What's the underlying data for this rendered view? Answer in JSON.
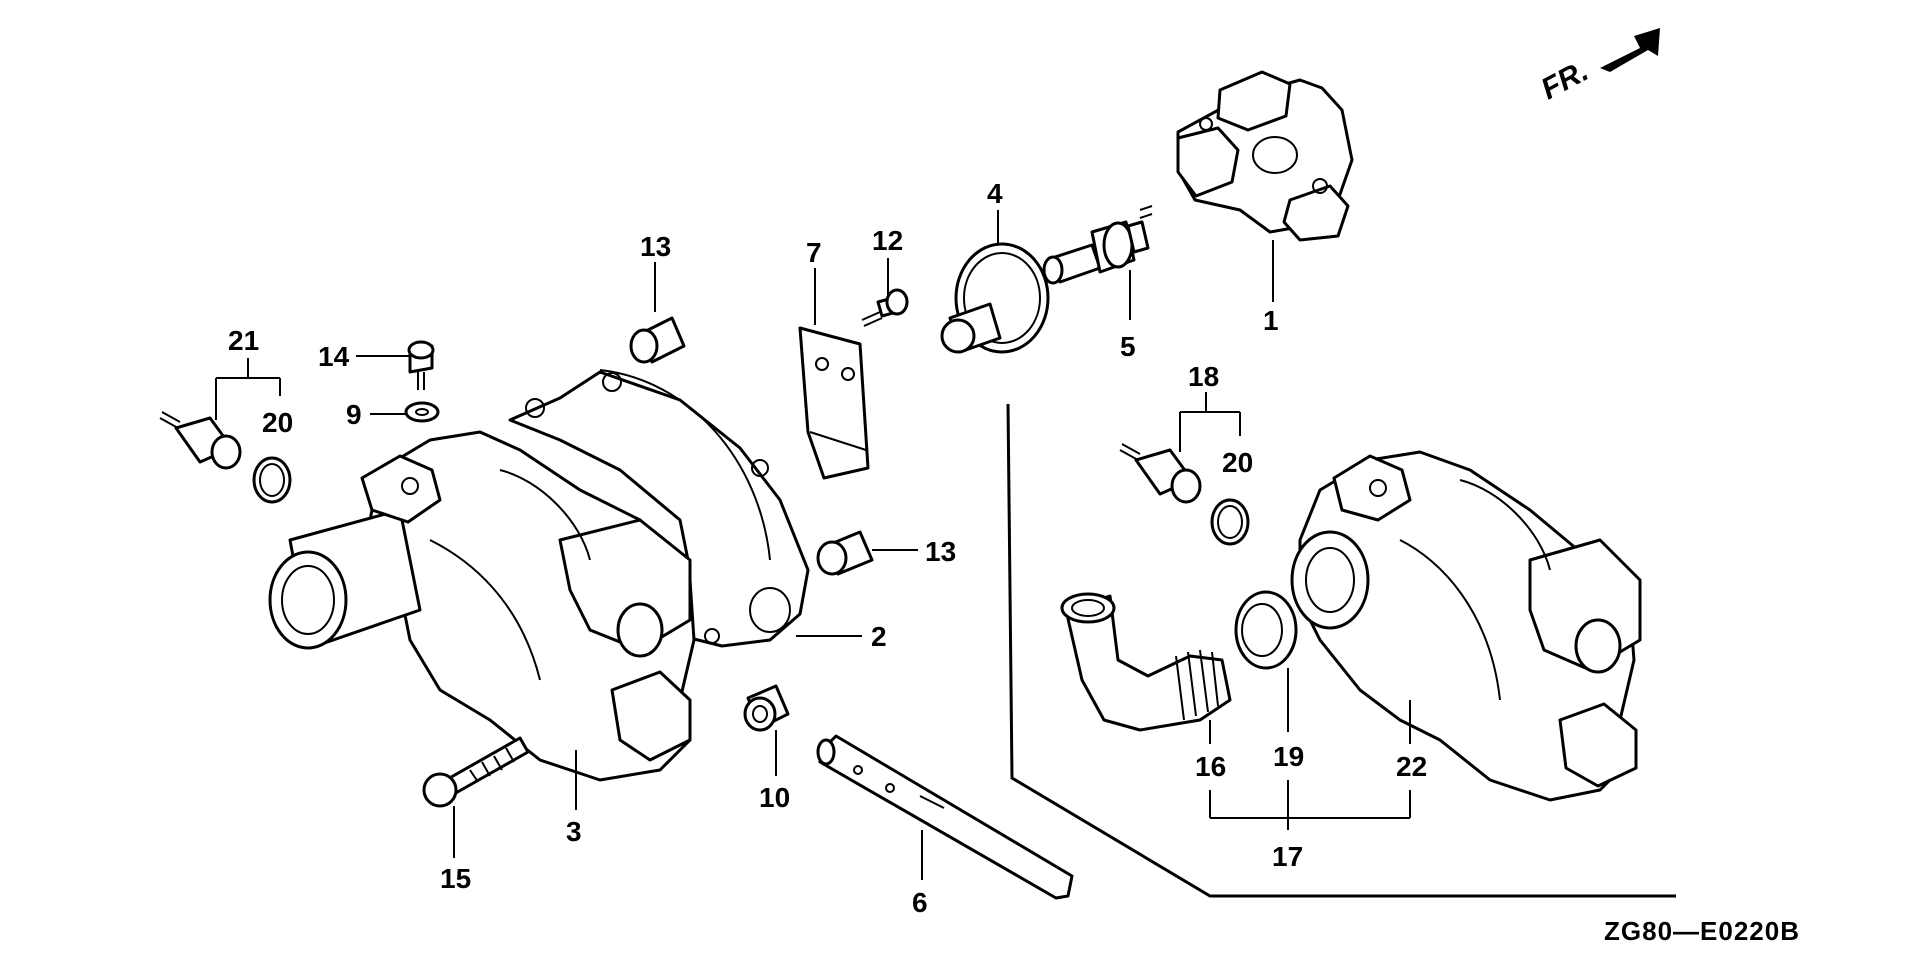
{
  "diagram": {
    "code": "ZG80—E0220B",
    "direction_label": "FR.",
    "callouts": {
      "c1": "1",
      "c2": "2",
      "c3": "3",
      "c4": "4",
      "c5": "5",
      "c6": "6",
      "c7": "7",
      "c9": "9",
      "c10": "10",
      "c12": "12",
      "c13a": "13",
      "c13b": "13",
      "c14": "14",
      "c15": "15",
      "c16": "16",
      "c17": "17",
      "c18": "18",
      "c19": "19",
      "c20a": "20",
      "c20b": "20",
      "c21": "21",
      "c22": "22"
    }
  }
}
